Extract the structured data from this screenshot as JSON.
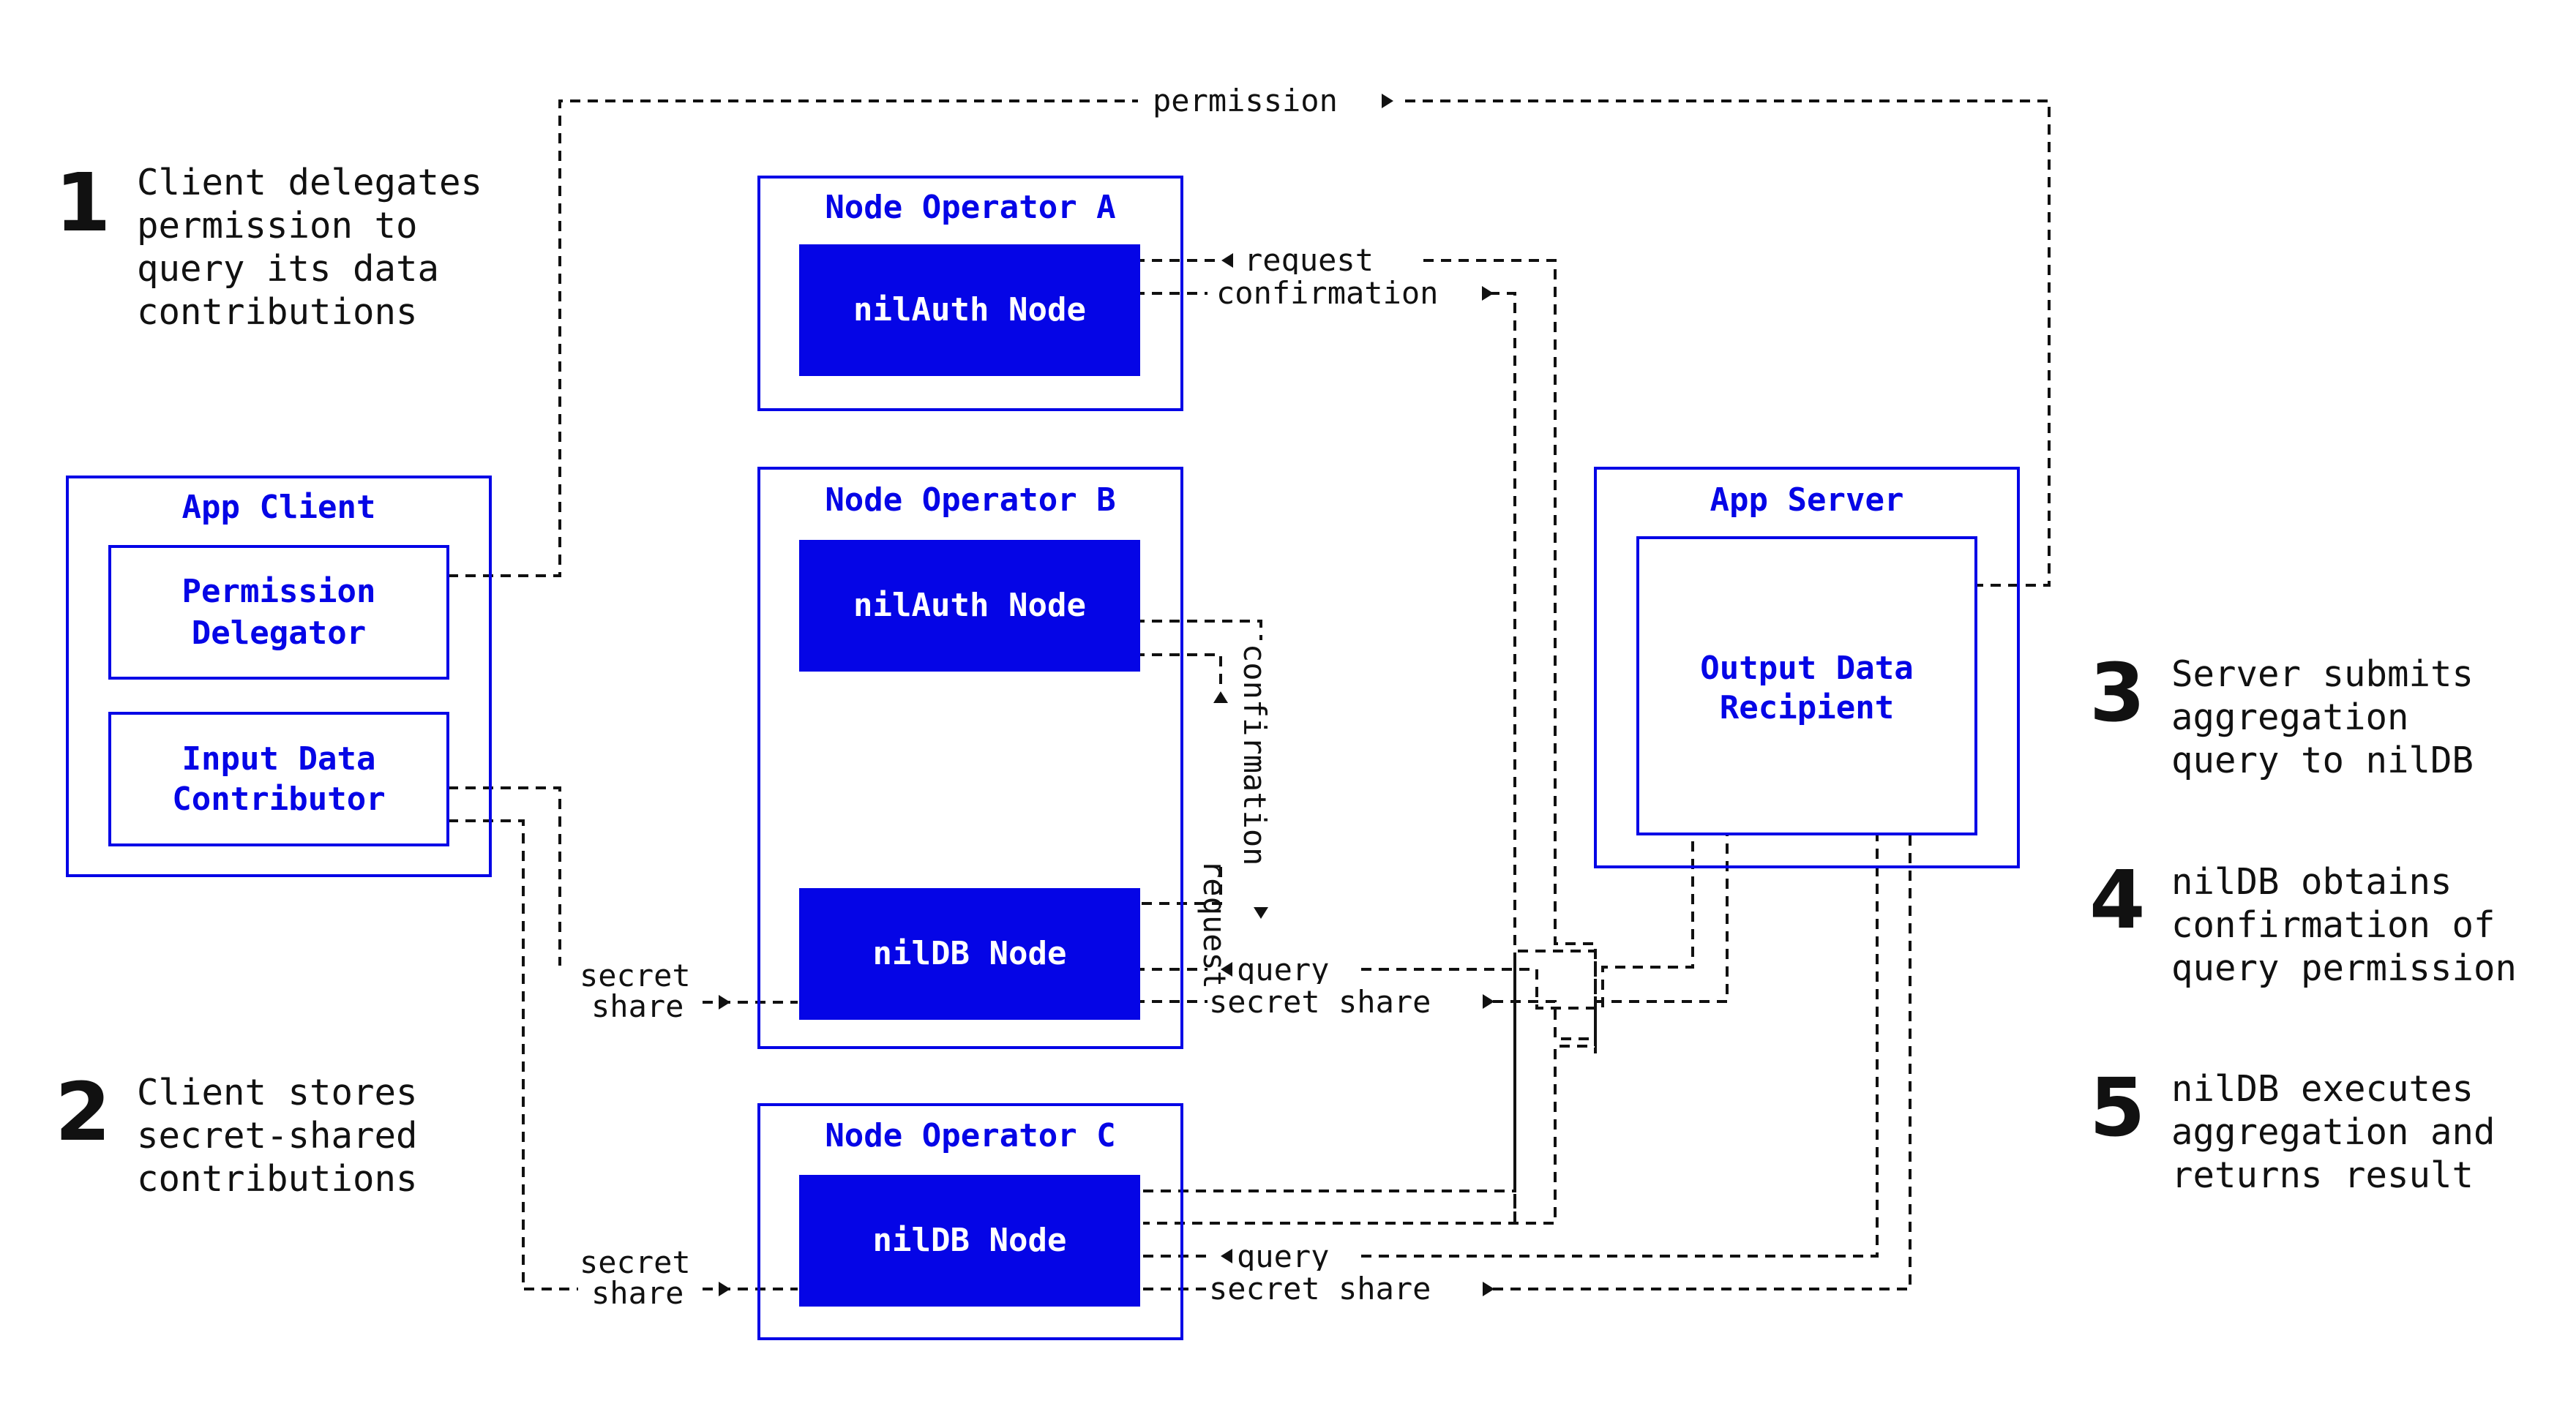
{
  "steps": [
    {
      "number": "1",
      "lines": [
        "Client delegates",
        "permission to",
        "query its data",
        "contributions"
      ]
    },
    {
      "number": "2",
      "lines": [
        "Client stores",
        "secret-shared",
        "contributions"
      ]
    },
    {
      "number": "3",
      "lines": [
        "Server submits",
        "aggregation",
        "query to nilDB"
      ]
    },
    {
      "number": "4",
      "lines": [
        "nilDB obtains",
        "confirmation of",
        "query permission"
      ]
    },
    {
      "number": "5",
      "lines": [
        "nilDB executes",
        "aggregation and",
        "returns result"
      ]
    }
  ],
  "app_client": {
    "title": "App Client",
    "permission_delegator": [
      "Permission",
      "Delegator"
    ],
    "input_data_contributor": [
      "Input Data",
      "Contributor"
    ]
  },
  "operator_a": {
    "title": "Node Operator A",
    "nilauth": "nilAuth Node"
  },
  "operator_b": {
    "title": "Node Operator B",
    "nilauth": "nilAuth Node",
    "nildb": "nilDB Node"
  },
  "operator_c": {
    "title": "Node Operator C",
    "nildb": "nilDB Node"
  },
  "app_server": {
    "title": "App Server",
    "recipient": [
      "Output Data",
      "Recipient"
    ]
  },
  "edges": {
    "permission": "permission",
    "request": "request",
    "confirmation": "confirmation",
    "query": "query",
    "secret_share": "secret share",
    "secret_share_split": [
      "secret",
      "share"
    ]
  }
}
